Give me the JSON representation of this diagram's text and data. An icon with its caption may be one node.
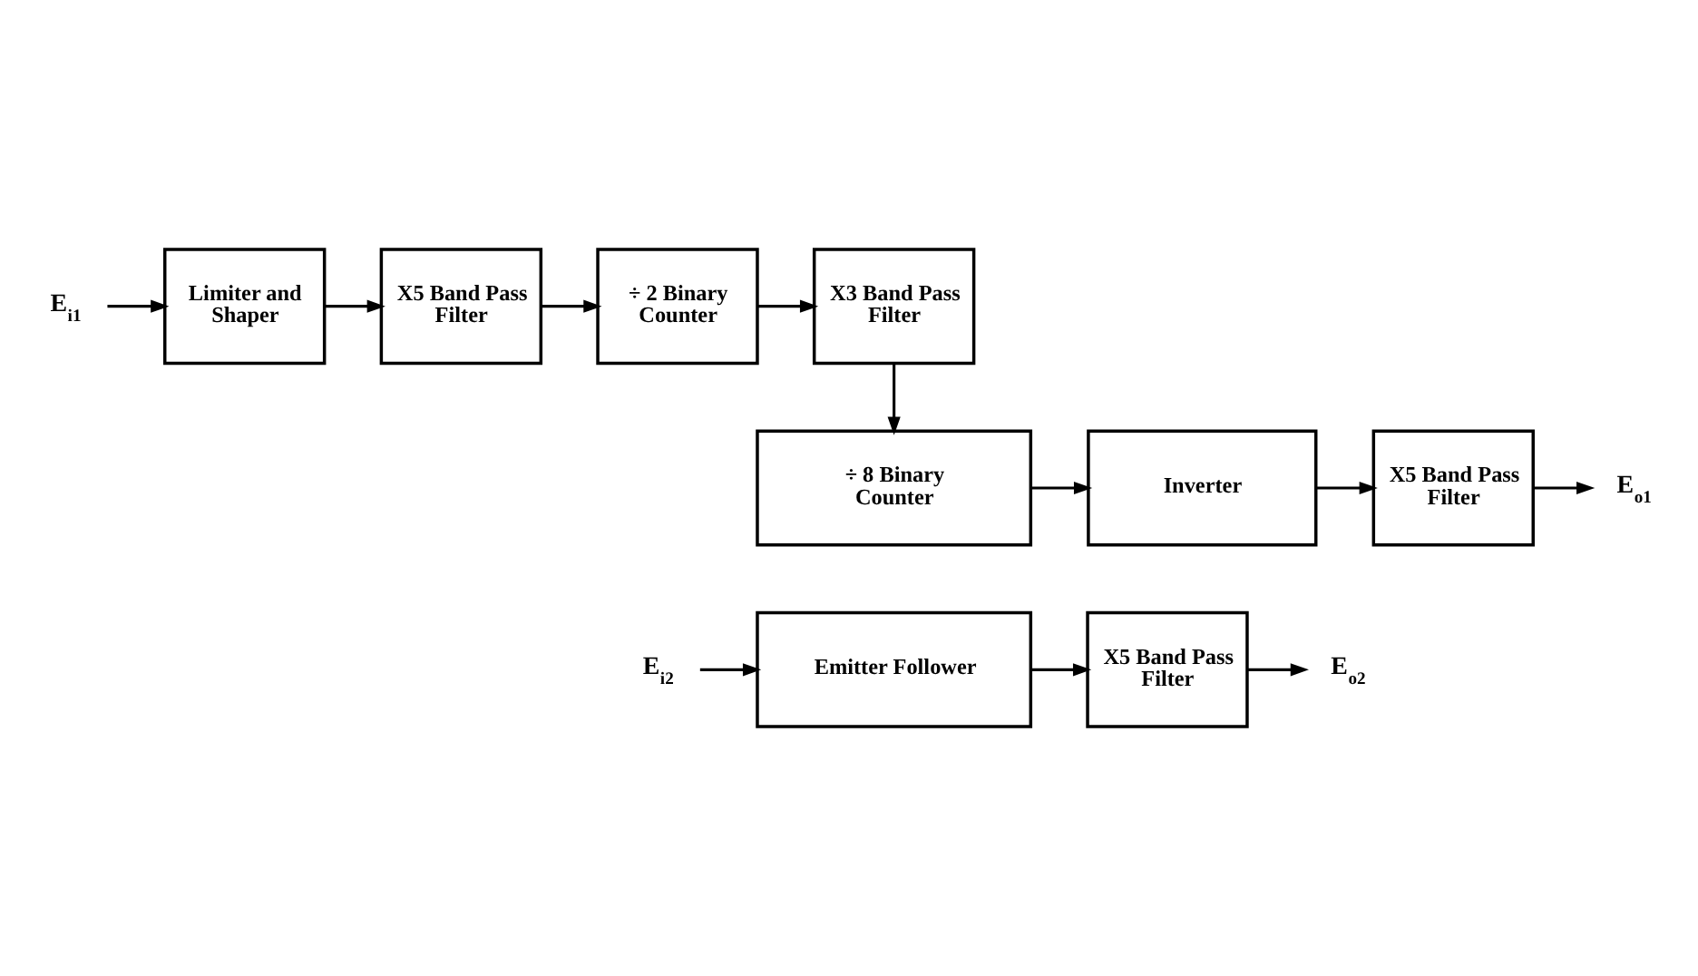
{
  "diagram": {
    "nodes": [
      {
        "text": [
          "Limiter and Shaper"
        ]
      },
      {
        "text": [
          "X5 Band Pass Filter"
        ]
      },
      {
        "text": [
          "÷ 2 Binary Counter"
        ]
      },
      {
        "text": [
          "X3 Band Pass Filter"
        ]
      },
      {
        "text": [
          "÷ 8 Binary Counter"
        ]
      },
      {
        "text": [
          "Inverter"
        ]
      },
      {
        "text": [
          "X5 Band Pass Filter"
        ]
      },
      {
        "text": [
          "Emitter Follower"
        ]
      },
      {
        "text": [
          "X5 Band Pass Filter"
        ]
      },
      {
        "text": [
          "E$_{i1}$"
        ]
      },
      {
        "text": [
          "E$_{o1}$"
        ]
      },
      {
        "text": [
          "E$_{i2}$"
        ]
      },
      {
        "text": [
          "E$_{o2}$"
        ]
      }
    ],
    "edges": [
      {
        "from": 9,
        "to": 0,
        "arrow": "to"
      },
      {
        "from": 0,
        "to": 1,
        "arrow": "to"
      },
      {
        "from": 1,
        "to": 2,
        "arrow": "to"
      },
      {
        "from": 2,
        "to": 3,
        "arrow": "to"
      },
      {
        "from": 3,
        "to": 4,
        "arrow": "to"
      },
      {
        "from": 4,
        "to": 5,
        "arrow": "to"
      },
      {
        "from": 5,
        "to": 6,
        "arrow": "to"
      },
      {
        "from": 6,
        "to": 10,
        "arrow": "to"
      },
      {
        "from": 11,
        "to": 7,
        "arrow": "to"
      },
      {
        "from": 7,
        "to": 8,
        "arrow": "to"
      },
      {
        "from": 8,
        "to": 12,
        "arrow": "to"
      }
    ]
  }
}
